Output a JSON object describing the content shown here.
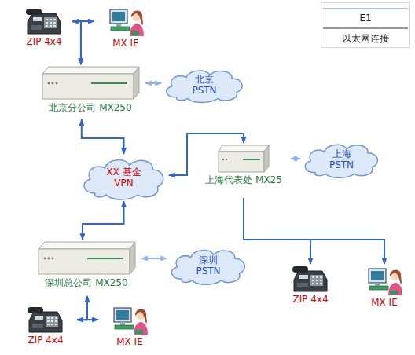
{
  "diagram": {
    "nodes": [
      {
        "text": [
          "ZIP 4x4"
        ]
      },
      {
        "text": [
          "MX IE"
        ]
      },
      {
        "text": [
          "北京分公司 MX250"
        ]
      },
      {
        "text": [
          "北京 PSTN"
        ]
      },
      {
        "text": [
          "XX 基金 VPN"
        ]
      },
      {
        "text": [
          "上海代表处 MX25"
        ]
      },
      {
        "text": [
          "上海 PSTN"
        ]
      },
      {
        "text": [
          "深圳总公司 MX250"
        ]
      },
      {
        "text": [
          "深圳 PSTN"
        ]
      },
      {
        "text": [
          "ZIP 4x4"
        ]
      },
      {
        "text": [
          "MX IE"
        ]
      },
      {
        "text": [
          "ZIP 4x4"
        ]
      },
      {
        "text": [
          "MX IE"
        ]
      }
    ],
    "edges": [
      {
        "from": 0,
        "to": 1,
        "arrow": "both"
      },
      {
        "from": 0,
        "to": 2,
        "arrow": "to"
      },
      {
        "from": 1,
        "to": 2,
        "arrow": "to"
      },
      {
        "from": 2,
        "to": 3,
        "arrow": "both"
      },
      {
        "from": 2,
        "to": 4,
        "arrow": "both"
      },
      {
        "from": 4,
        "to": 5,
        "arrow": "both"
      },
      {
        "from": 5,
        "to": 6,
        "arrow": "both"
      },
      {
        "from": 4,
        "to": 7,
        "arrow": "both"
      },
      {
        "from": 7,
        "to": 8,
        "arrow": "both"
      },
      {
        "from": 9,
        "to": 10,
        "arrow": "both"
      },
      {
        "from": 9,
        "to": 7,
        "arrow": "to"
      },
      {
        "from": 10,
        "to": 7,
        "arrow": "to"
      },
      {
        "from": 5,
        "to": 11,
        "arrow": "to"
      },
      {
        "from": 5,
        "to": 12,
        "arrow": "to"
      }
    ],
    "legend": [
      {
        "text": "E1"
      },
      {
        "text": "以太网连接"
      }
    ]
  }
}
